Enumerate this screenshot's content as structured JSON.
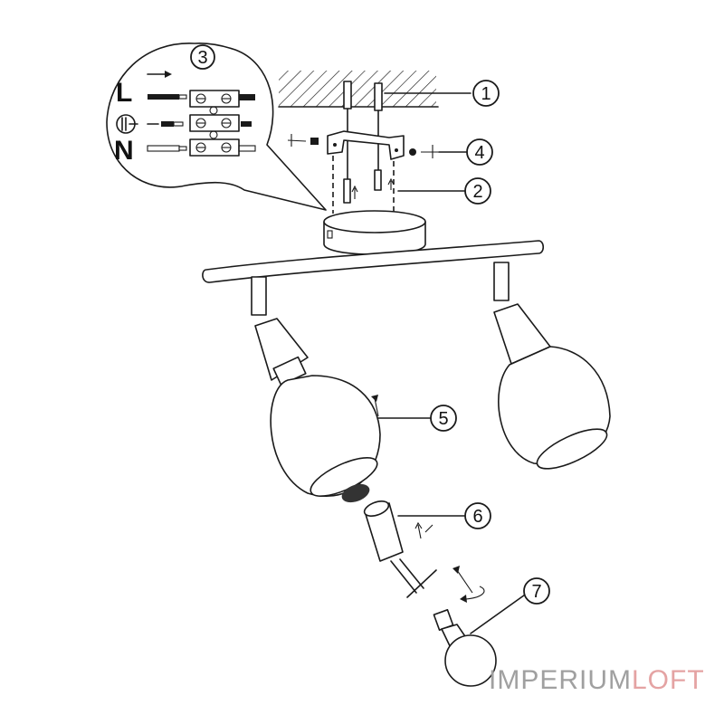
{
  "diagram": {
    "type": "assembly-instructions",
    "subject": "two-spot ceiling light installation",
    "callouts": [
      {
        "number": "1",
        "part": "ceiling anchor screws"
      },
      {
        "number": "2",
        "part": "mounting screws"
      },
      {
        "number": "3",
        "part": "terminal block wiring detail"
      },
      {
        "number": "4",
        "part": "bracket fastening screws"
      },
      {
        "number": "5",
        "part": "lamp shade"
      },
      {
        "number": "6",
        "part": "lamp holder"
      },
      {
        "number": "7",
        "part": "light bulb"
      }
    ],
    "wiring": {
      "labels": [
        "L",
        "N"
      ],
      "ground_icon": "earth-ground-icon"
    }
  },
  "watermark": {
    "part1": "IMPERIUM",
    "part2": "LOFT",
    "color1": "#a0a0a0",
    "color2": "#e4a3a3"
  }
}
